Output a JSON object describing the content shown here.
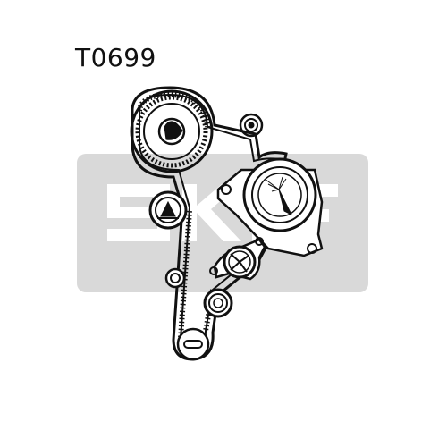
{
  "header": {
    "part_code": "T0699"
  },
  "watermark": {
    "text": "SKF",
    "color": "#d9d9d9"
  },
  "colors": {
    "ink": "#111111",
    "background": "#ffffff"
  },
  "diagram": {
    "type": "timing belt kit layout",
    "components": [
      "camshaft-sprocket",
      "tensioner-pulley",
      "idler-pulley-upper",
      "idler-pulley-lower",
      "water-pump-pulley",
      "injection-pump-sprocket",
      "crankshaft-sprocket",
      "small-idler",
      "timing-belt"
    ]
  }
}
